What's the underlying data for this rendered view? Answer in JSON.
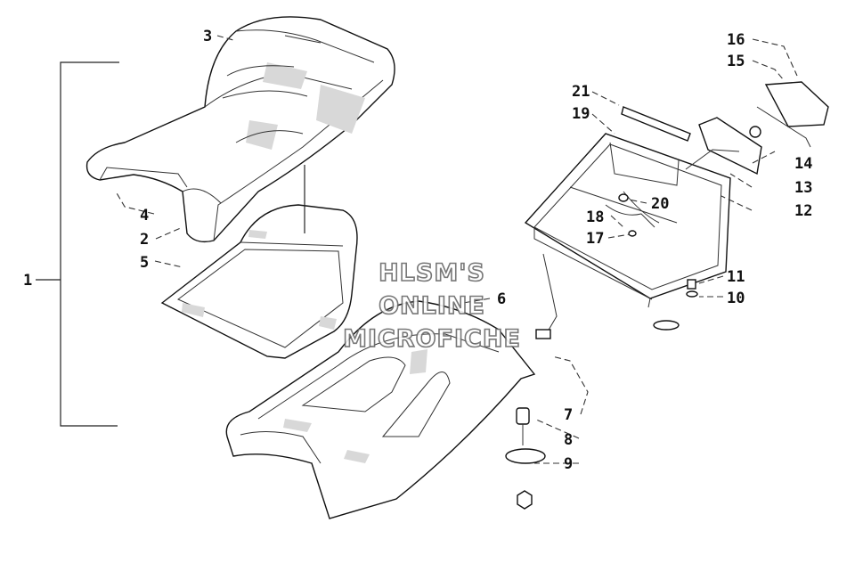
{
  "callouts": {
    "c1": "1",
    "c2": "2",
    "c3": "3",
    "c4": "4",
    "c5": "5",
    "c6": "6",
    "c7": "7",
    "c8": "8",
    "c9": "9",
    "c10": "10",
    "c11": "11",
    "c12": "12",
    "c13": "13",
    "c14": "14",
    "c15": "15",
    "c16": "16",
    "c17": "17",
    "c18": "18",
    "c19": "19",
    "c20": "20",
    "c21": "21"
  },
  "watermark": {
    "line1": "HLSM'S",
    "line2": "ONLINE",
    "line3": "MICROFICHE"
  },
  "colors": {
    "ink": "#111111",
    "background": "#ffffff",
    "watermark_outline": "#6a6a6a"
  }
}
